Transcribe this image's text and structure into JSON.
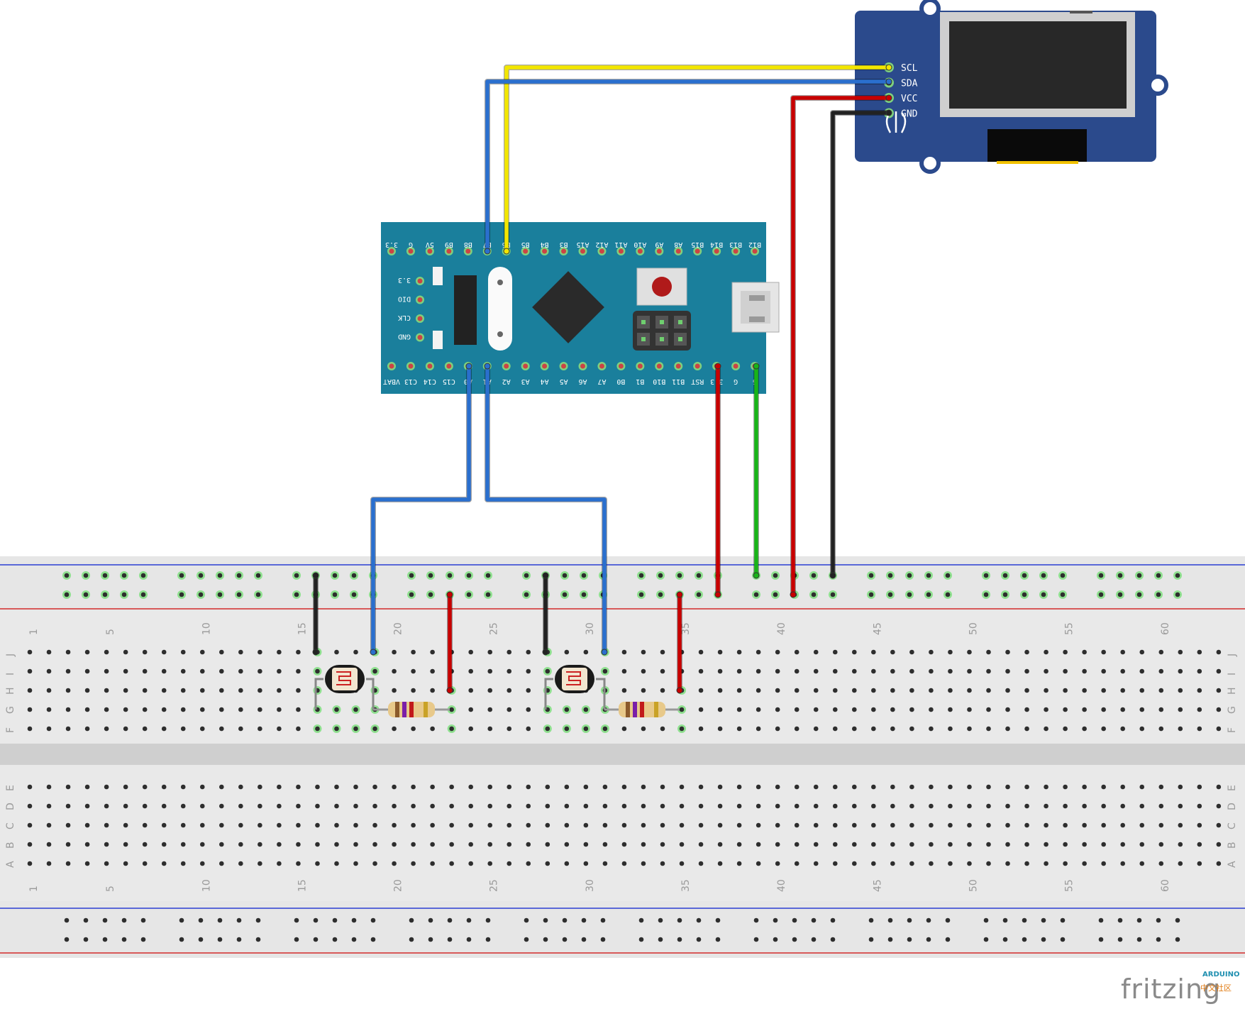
{
  "oled": {
    "pins": [
      "SCL",
      "SDA",
      "VCC",
      "GND"
    ],
    "colors": {
      "board": "#2b4a8c",
      "screen": "#282828"
    }
  },
  "mcu": {
    "top_pins": [
      "3.3",
      "G",
      "5V",
      "B9",
      "B8",
      "B7",
      "B6",
      "B5",
      "B4",
      "B3",
      "A15",
      "A12",
      "A11",
      "A10",
      "A9",
      "A8",
      "B15",
      "B14",
      "B13",
      "B12"
    ],
    "bottom_pins": [
      "VBAT",
      "C13",
      "C14",
      "C15",
      "A0",
      "A1",
      "A2",
      "A3",
      "A4",
      "A5",
      "A6",
      "A7",
      "B0",
      "B1",
      "B10",
      "B11",
      "RST",
      "3.3",
      "G",
      "G"
    ],
    "side_pins": [
      "3.3",
      "DIO",
      "CLK",
      "GND"
    ],
    "colors": {
      "board": "#1a7f9c"
    }
  },
  "breadboard": {
    "row_letters_top": [
      "J",
      "I",
      "H",
      "G",
      "F"
    ],
    "row_letters_bottom": [
      "E",
      "D",
      "C",
      "B",
      "A"
    ],
    "column_numbers": [
      "1",
      "5",
      "10",
      "15",
      "20",
      "25",
      "30",
      "35",
      "40",
      "45",
      "50",
      "55",
      "60"
    ],
    "colors": {
      "body": "#e6e6e6",
      "rail_red": "#d42b2b",
      "rail_blue": "#2b3ed4"
    }
  },
  "wires": {
    "colors": {
      "yellow": "#f2e600",
      "blue": "#2a6fce",
      "red": "#c80000",
      "black": "#222222",
      "green": "#18b418"
    }
  },
  "logo": {
    "text": "fritzing",
    "badge_line1": "ARDUINO",
    "badge_line2": "中文社区"
  }
}
